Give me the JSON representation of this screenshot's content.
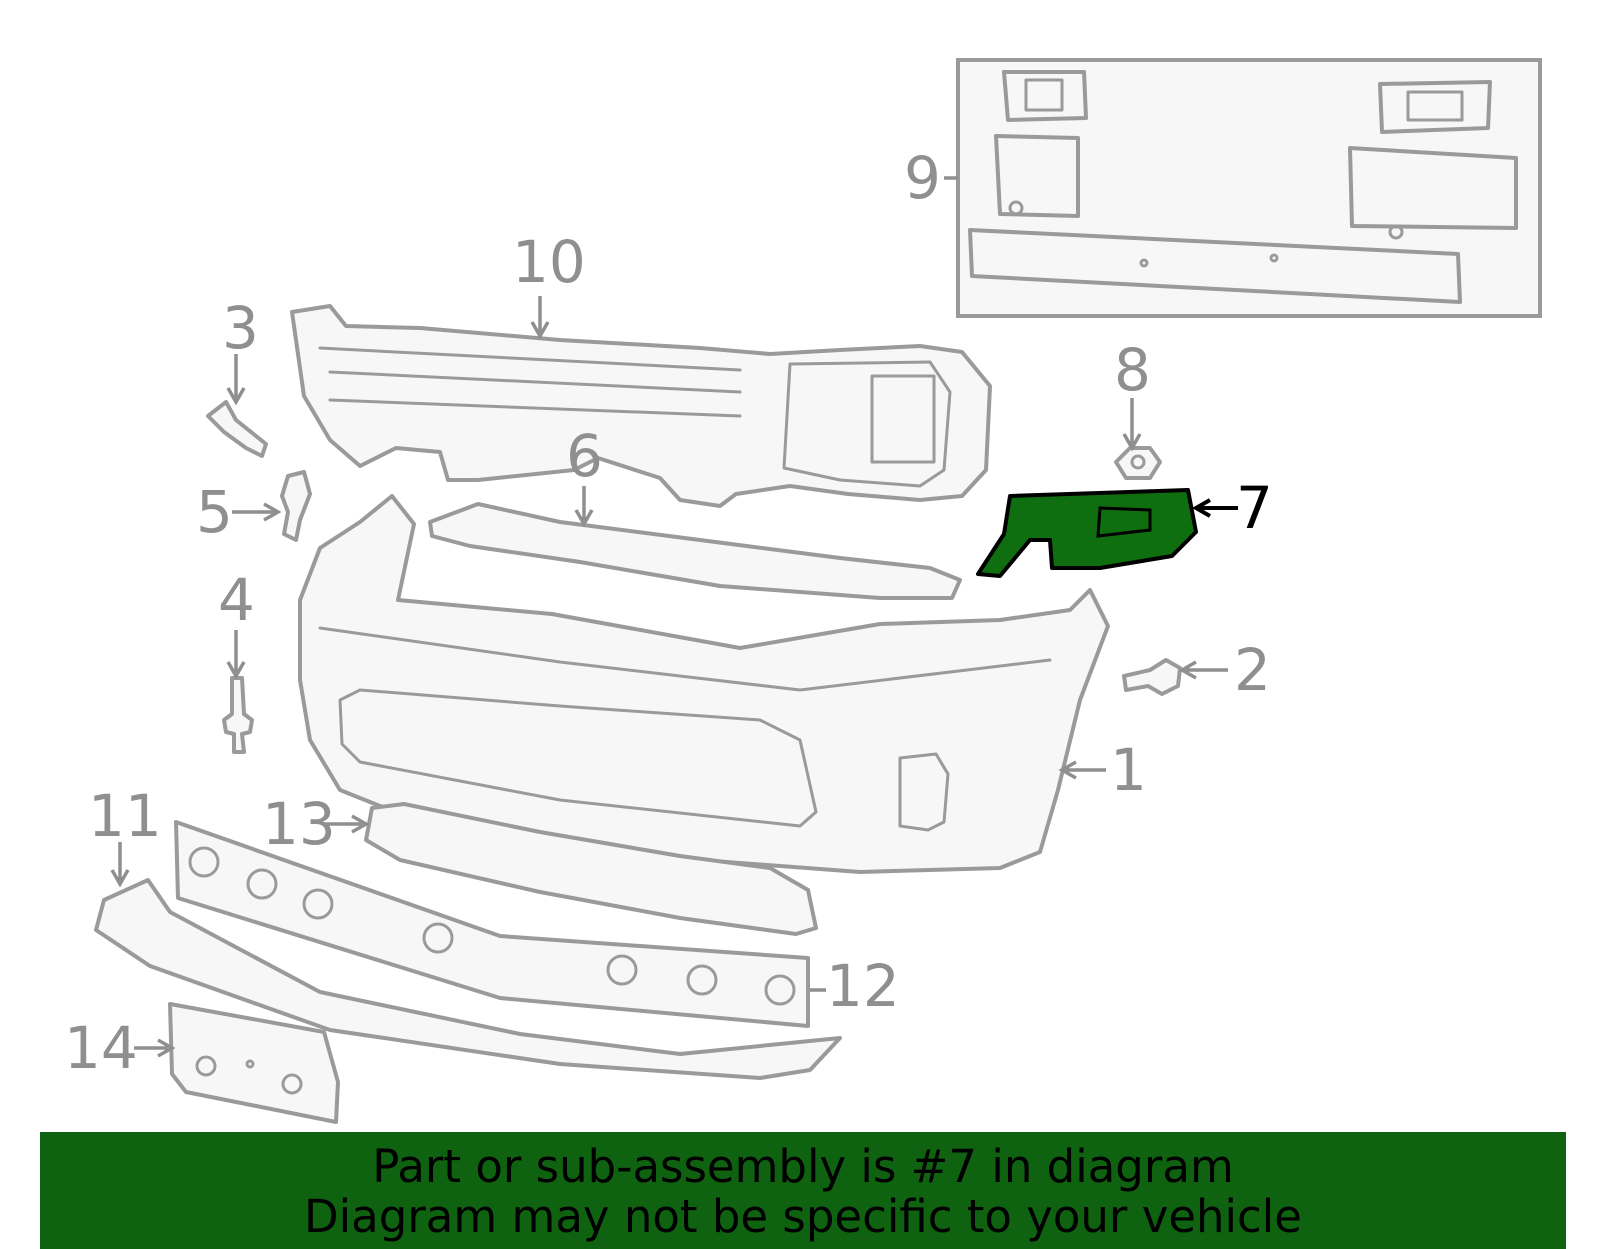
{
  "highlight": {
    "part": "7",
    "color": "#0f6e0f"
  },
  "callouts": [
    "1",
    "2",
    "3",
    "4",
    "5",
    "6",
    "7",
    "8",
    "9",
    "10",
    "11",
    "12",
    "13",
    "14"
  ],
  "banner": {
    "line1": "Part or sub-assembly is #7 in diagram",
    "line2": "Diagram may not be specific to your vehicle",
    "background": "#0f620f"
  }
}
